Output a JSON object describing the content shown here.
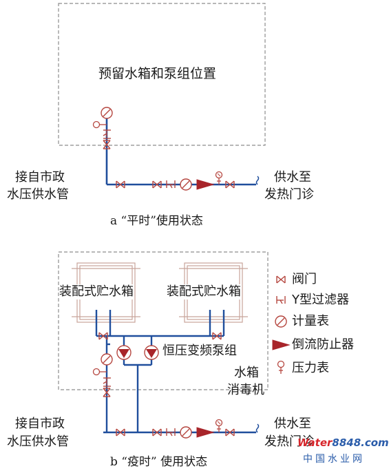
{
  "panel_a": {
    "reserved_area_label": "预留水箱和泵组位置",
    "supply_from": [
      "接自市政",
      "水压供水管"
    ],
    "supply_to": [
      "供水至",
      "发热门诊"
    ],
    "caption": "a “平时”使用状态"
  },
  "panel_b": {
    "tank_left_label": "装配式贮水箱",
    "tank_right_label": "装配式贮水箱",
    "pump_label": "恒压变频泵组",
    "disinfector_label": [
      "水箱",
      "消毒机"
    ],
    "supply_from": [
      "接自市政",
      "水压供水管"
    ],
    "supply_to": [
      "供水至",
      "发热门诊"
    ],
    "caption": "b “疫时” 使用状态"
  },
  "legend": [
    {
      "icon": "valve-icon",
      "label": "阀门"
    },
    {
      "icon": "y-strainer-icon",
      "label": "Y型过滤器"
    },
    {
      "icon": "meter-icon",
      "label": "计量表"
    },
    {
      "icon": "backflow-preventer-icon",
      "label": "倒流防止器"
    },
    {
      "icon": "pressure-gauge-icon",
      "label": "压力表"
    }
  ],
  "watermark": {
    "brand_prefix": "Water",
    "brand_suffix": "8848.com",
    "cn": "中国水业网"
  },
  "colors": {
    "pipe": "#1f4e9c",
    "symbol": "#b5463f",
    "frame": "#8c8c8c",
    "tank": "#c8a39a",
    "watermark_red": "#d8262b",
    "watermark_blue": "#2a5caa"
  }
}
